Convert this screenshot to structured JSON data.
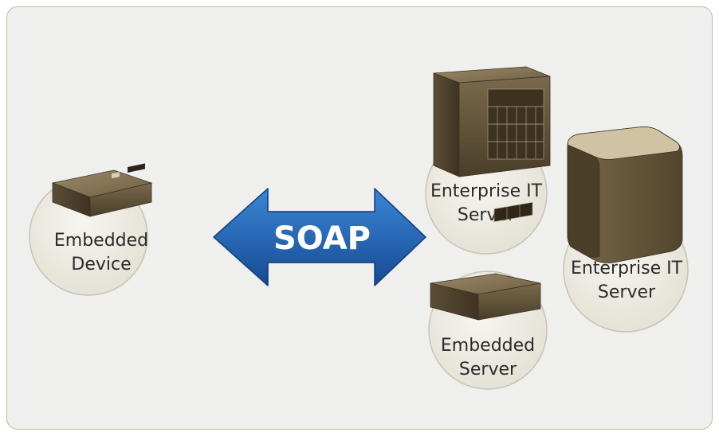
{
  "nodes": {
    "embedded_device": {
      "line1": "Embedded",
      "line2": "Device"
    },
    "enterprise_server_1": {
      "line1": "Enterprise IT",
      "line2": "Server"
    },
    "enterprise_server_2": {
      "line1": "Enterprise IT",
      "line2": "Server"
    },
    "embedded_server": {
      "line1": "Embedded",
      "line2": "Server"
    }
  },
  "connector": {
    "label": "SOAP"
  },
  "colors": {
    "panel_bg": "#efefed",
    "panel_border": "#c8b89c",
    "circle_fill": "#edebe2",
    "arrow": "#1c5aa8",
    "hardware": "#5c4e35"
  }
}
